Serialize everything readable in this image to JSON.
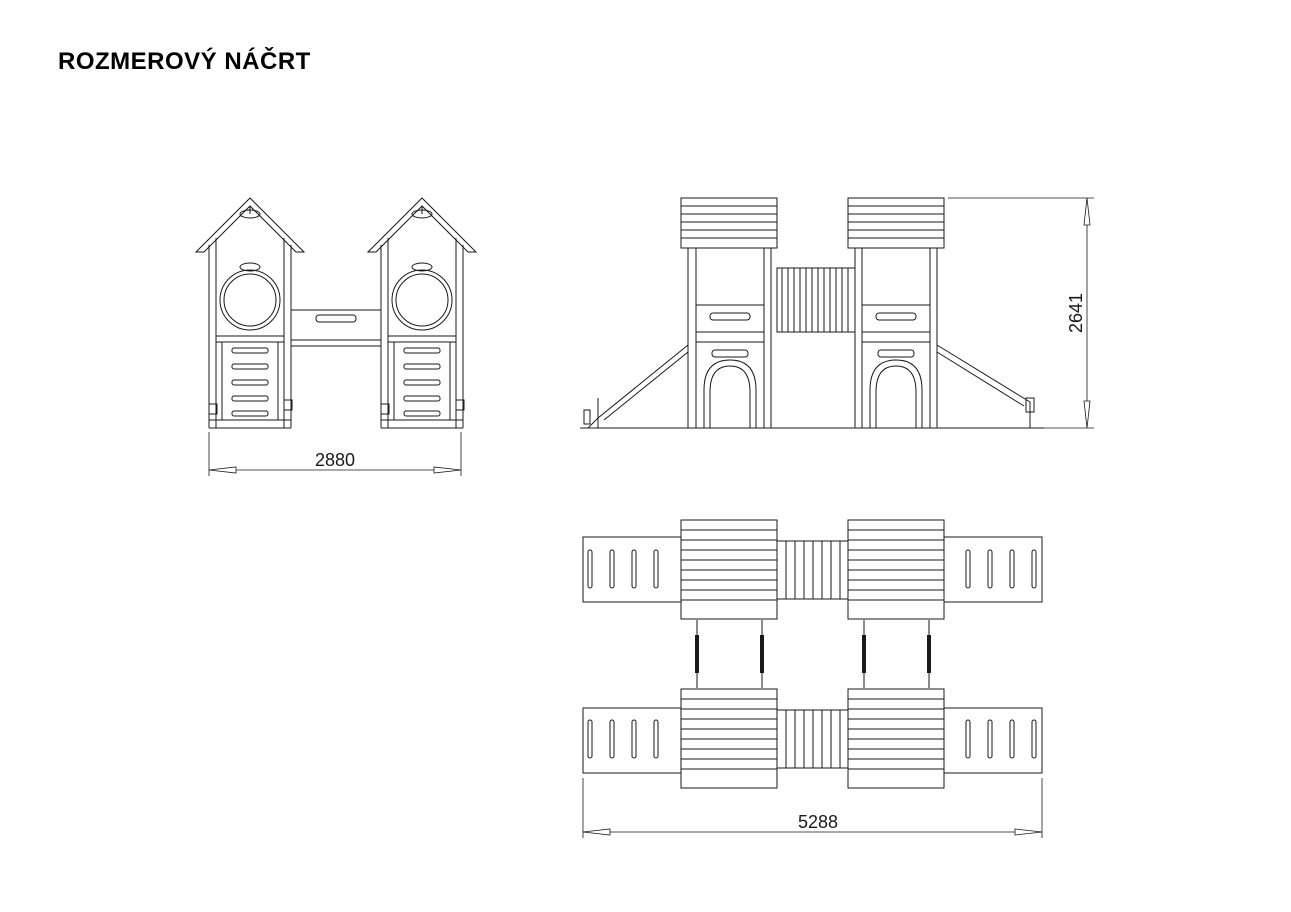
{
  "title": "ROZMEROVÝ NÁČRT",
  "dimensions": {
    "front_width": "2880",
    "height": "2641",
    "plan_width": "5288"
  }
}
